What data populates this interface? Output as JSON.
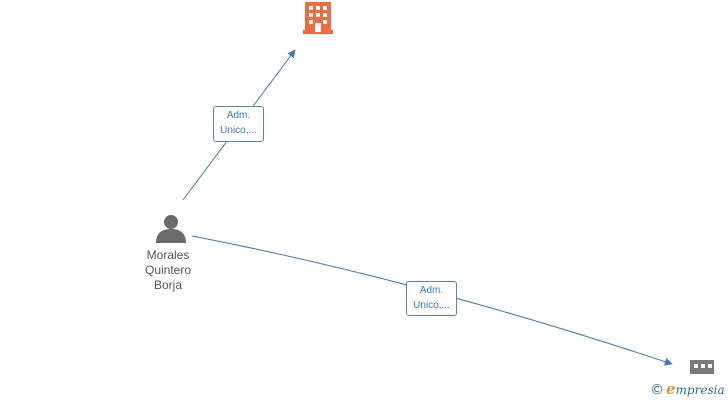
{
  "nodes": {
    "person": {
      "name_lines": [
        "Morales",
        "Quintero",
        "Borja"
      ],
      "icon": "person-icon",
      "color": "#6b6b6b"
    },
    "company_top": {
      "icon": "building-icon",
      "color": "#f26a3d"
    },
    "company_bottom": {
      "icon": "building-icon",
      "color": "#7a7a7a"
    }
  },
  "edges": [
    {
      "from": "person",
      "to": "company_top",
      "label_lines": [
        "Adm.",
        "Unico,..."
      ]
    },
    {
      "from": "person",
      "to": "company_bottom",
      "label_lines": [
        "Adm.",
        "Unico,..."
      ]
    }
  ],
  "colors": {
    "edge": "#3b78c9"
  },
  "watermark": {
    "copyright": "©",
    "brand_initial": "e",
    "brand_rest": "mpresia"
  }
}
